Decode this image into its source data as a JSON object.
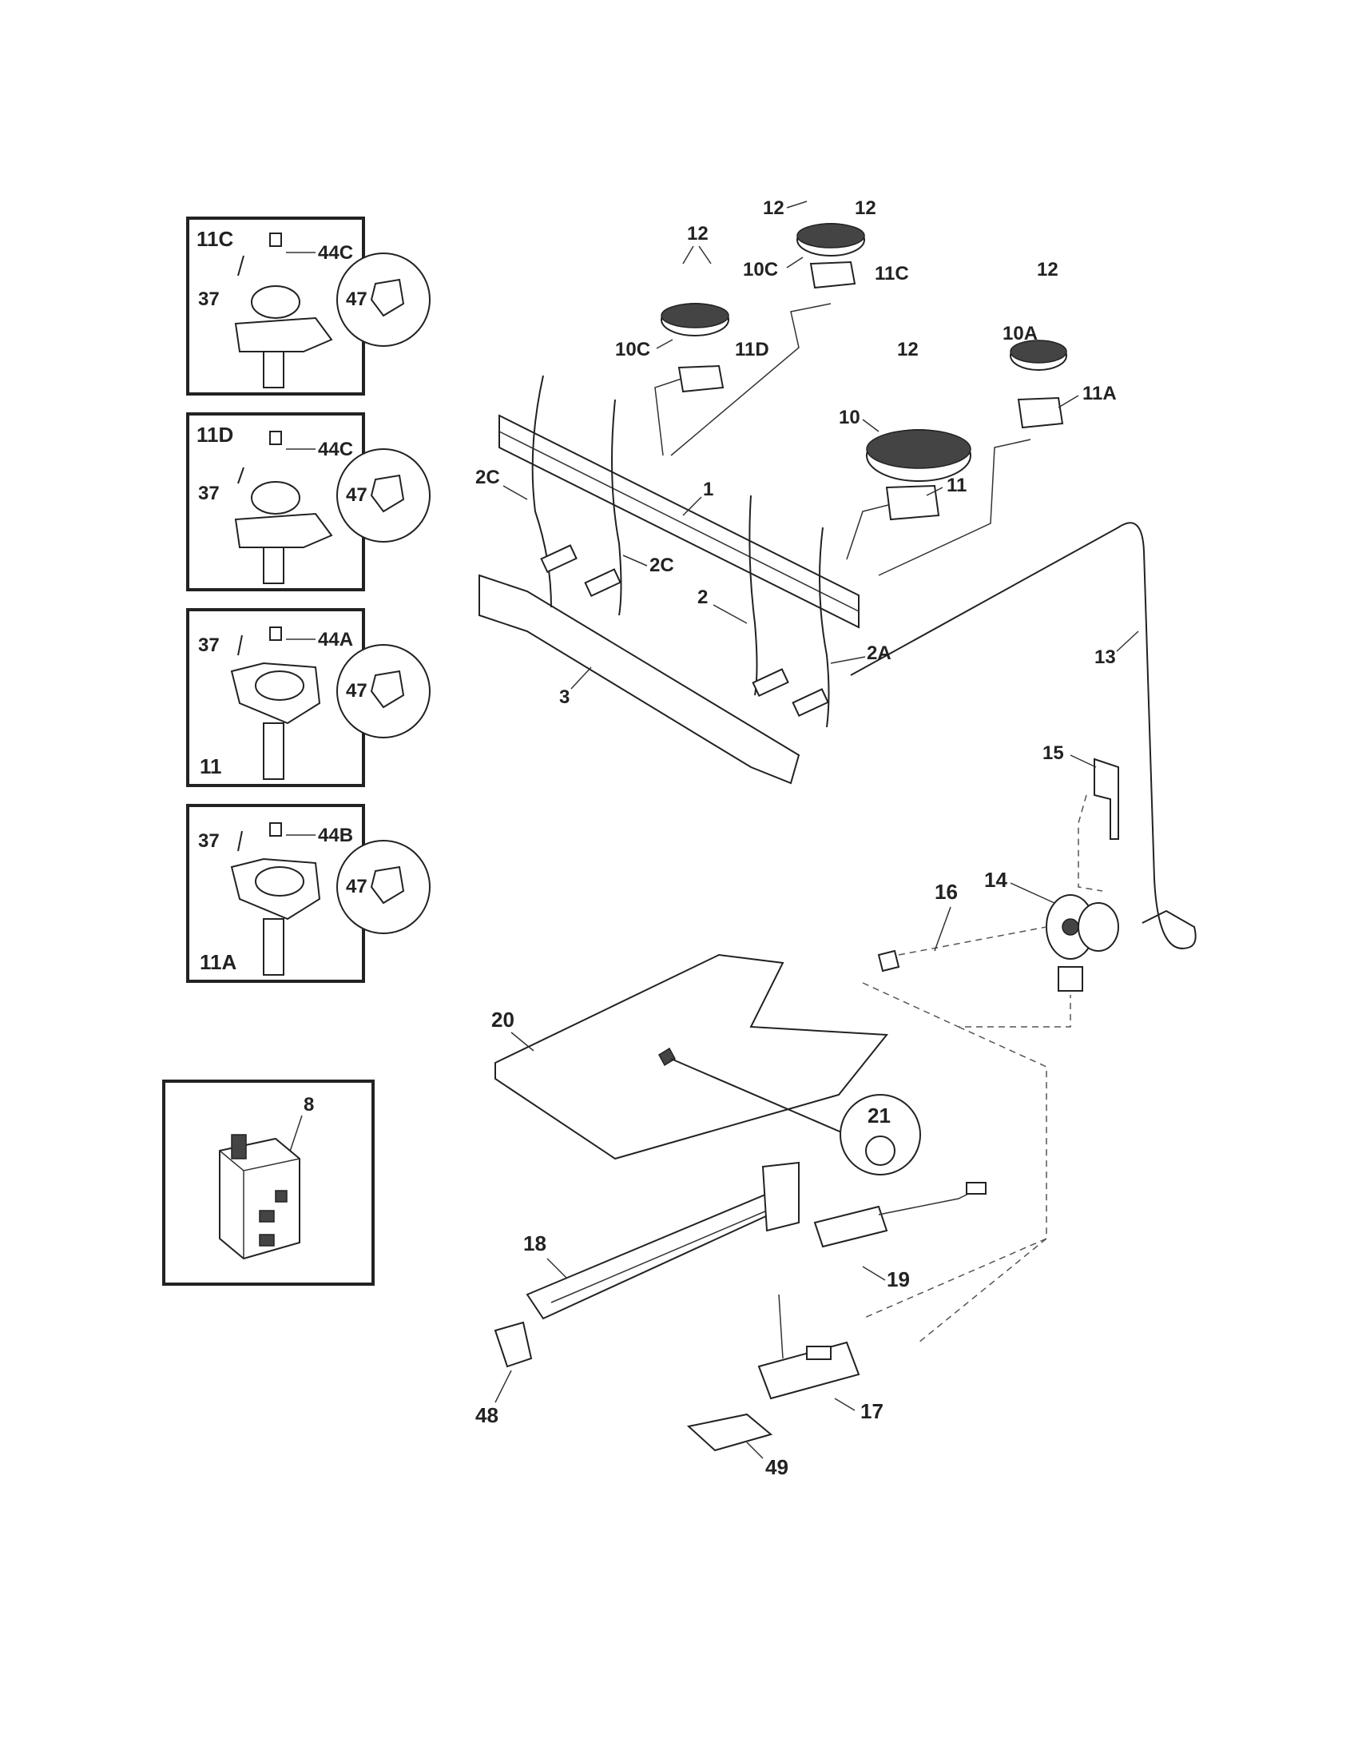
{
  "insets": {
    "burner_11c": {
      "title": "11C",
      "screw": "37",
      "cap": "44C",
      "orifice": "47"
    },
    "burner_11d": {
      "title": "11D",
      "screw": "37",
      "cap": "44C",
      "orifice": "47"
    },
    "burner_11": {
      "title": "11",
      "screw": "37",
      "cap": "44A",
      "orifice": "47"
    },
    "burner_11a": {
      "title": "11A",
      "screw": "37",
      "cap": "44B",
      "orifice": "47"
    },
    "module_8": {
      "label": "8"
    }
  },
  "callouts": {
    "c1": "1",
    "c2": "2",
    "c2a": "2A",
    "c2c_left": "2C",
    "c2c_right": "2C",
    "c3": "3",
    "c10": "10",
    "c10a": "10A",
    "c10c_left": "10C",
    "c10c_right": "10C",
    "c11": "11",
    "c11a": "11A",
    "c11c": "11C",
    "c11d": "11D",
    "c12_a": "12",
    "c12_b": "12",
    "c12_c": "12",
    "c12_d": "12",
    "c12_e": "12",
    "c13": "13",
    "c14": "14",
    "c15": "15",
    "c16": "16",
    "c17": "17",
    "c18": "18",
    "c19": "19",
    "c20": "20",
    "c21": "21",
    "c48": "48",
    "c49": "49"
  }
}
